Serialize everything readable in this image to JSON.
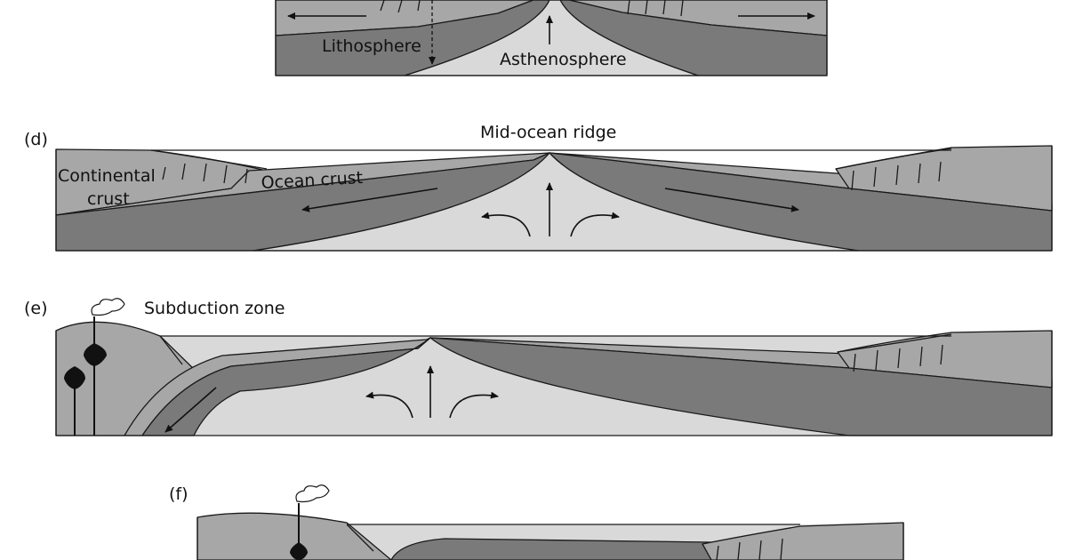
{
  "labels": {
    "lithosphere": "Lithosphere",
    "asthenosphere": "Asthenosphere",
    "mid_ocean_ridge": "Mid-ocean ridge",
    "continental_crust_line1": "Continental",
    "continental_crust_line2": "crust",
    "ocean_crust": "Ocean crust",
    "subduction_zone": "Subduction zone"
  },
  "panels": {
    "d": "(d)",
    "e": "(e)",
    "f": "(f)"
  },
  "colors": {
    "crust": "#a7a7a7",
    "lithosphere": "#7a7a7a",
    "asthenosphere": "#d9d9d9",
    "ocean": "#ffffff",
    "outline": "#1a1a1a"
  }
}
